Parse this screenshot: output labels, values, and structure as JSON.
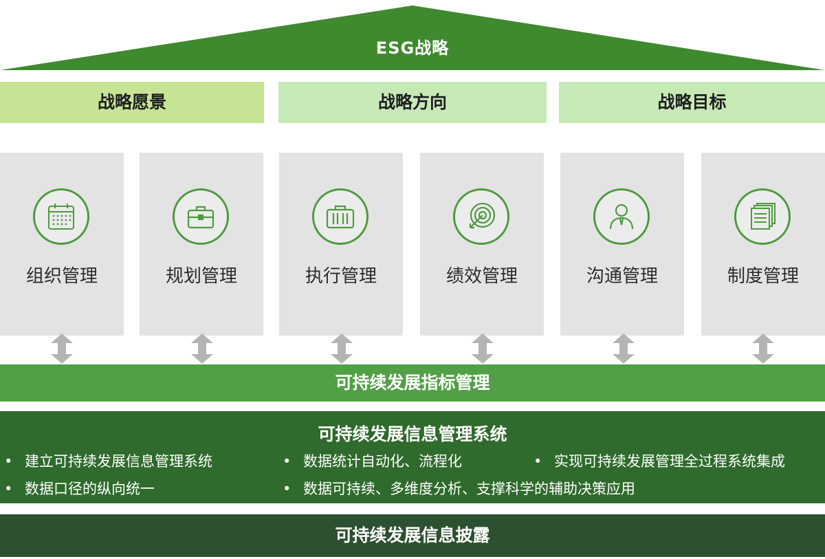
{
  "roof": {
    "title": "ESG战略"
  },
  "strategy_boxes": [
    {
      "label": "战略愿景",
      "color": "#c6e594"
    },
    {
      "label": "战略方向",
      "color": "#c7e9b6"
    },
    {
      "label": "战略目标",
      "color": "#c7e9b6"
    }
  ],
  "pillars": [
    {
      "label": "组织管理",
      "icon": "calendar-icon"
    },
    {
      "label": "规划管理",
      "icon": "briefcase-icon"
    },
    {
      "label": "执行管理",
      "icon": "suitcase-icon"
    },
    {
      "label": "绩效管理",
      "icon": "target-icon"
    },
    {
      "label": "沟通管理",
      "icon": "person-icon"
    },
    {
      "label": "制度管理",
      "icon": "documents-icon"
    }
  ],
  "indicator_band": {
    "label": "可持续发展指标管理",
    "color": "#52a046"
  },
  "system_band": {
    "title": "可持续发展信息管理系统",
    "bullet_glyph": "•",
    "bullets": [
      "建立可持续发展信息管理系统",
      "数据统计自动化、流程化",
      "实现可持续发展管理全过程系统集成",
      "数据口径的纵向统一",
      "数据可持续、多维度分析、支撑科学的辅助决策应用"
    ],
    "color": "#2f6b2c"
  },
  "disclosure_band": {
    "label": "可持续发展信息披露",
    "color": "#2d5130"
  },
  "colors": {
    "roof_green": "#3f8a2f",
    "icon_green": "#4e9a3e",
    "pillar_gray": "#e3e3e3",
    "arrow_gray": "#b4b4b4"
  }
}
